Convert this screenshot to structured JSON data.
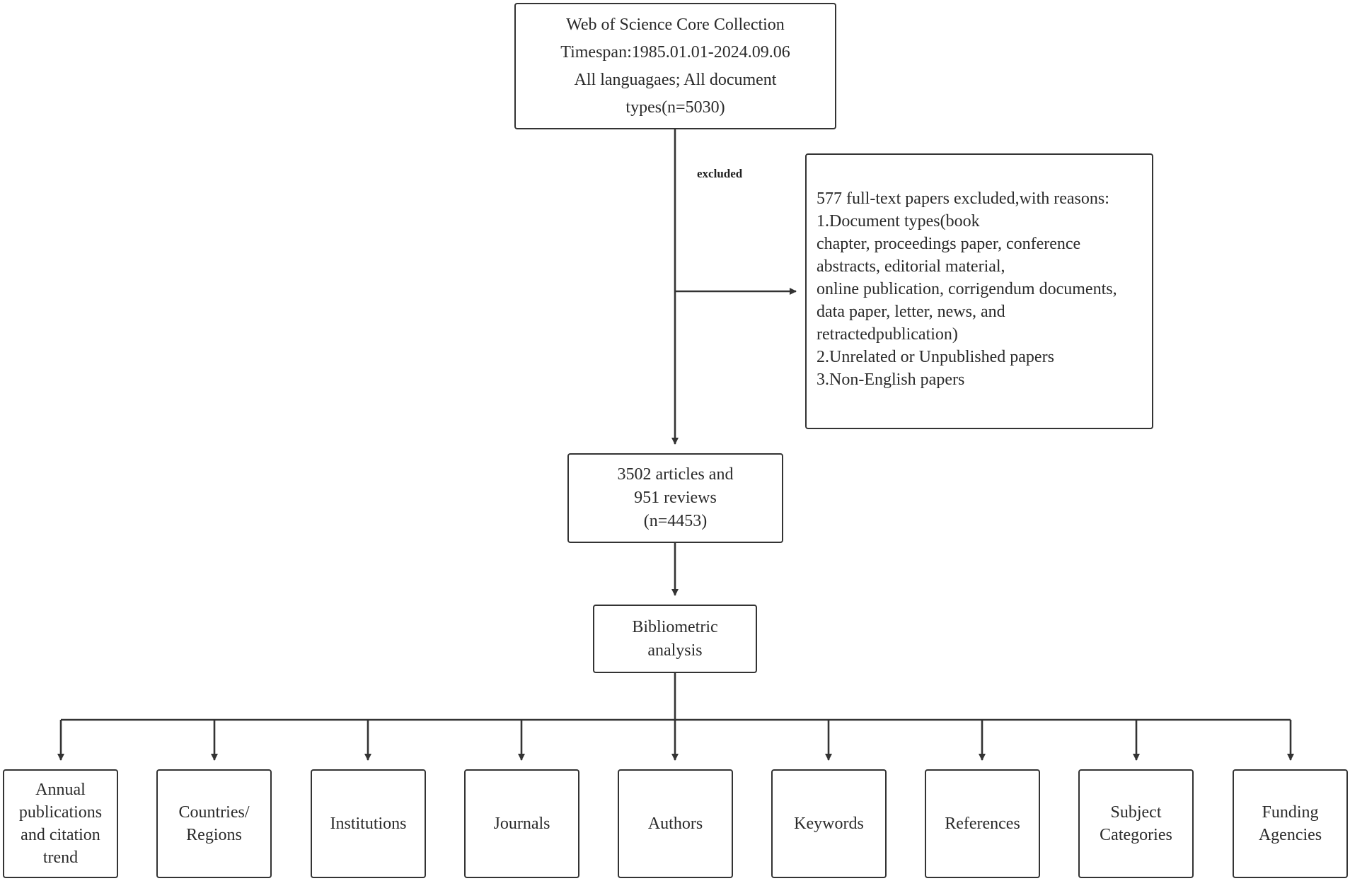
{
  "source_box": {
    "lines": [
      "Web of Science Core Collection",
      "Timespan:1985.01.01-2024.09.06",
      "All languagaes; All document",
      "types(n=5030)"
    ]
  },
  "excluded_label": "excluded",
  "exclusion_box": {
    "lines": [
      "577 full-text papers excluded,with reasons:",
      "1.Document types(book",
      "chapter, proceedings paper, conference",
      "abstracts, editorial material,",
      "online publication, corrigendum documents,",
      "data paper, letter, news, and",
      "retractedpublication)",
      "2.Unrelated or Unpublished papers",
      "3.Non-English papers"
    ]
  },
  "included_box": {
    "lines": [
      "3502 articles and",
      "951 reviews",
      "(n=4453)"
    ]
  },
  "analysis_box": {
    "lines": [
      "Bibliometric",
      "analysis"
    ]
  },
  "analysis_categories": [
    {
      "id": "annual",
      "lines": [
        "Annual",
        "publications",
        "and citation",
        "trend"
      ]
    },
    {
      "id": "countries",
      "lines": [
        "Countries/",
        "Regions"
      ]
    },
    {
      "id": "institutions",
      "lines": [
        "Institutions"
      ]
    },
    {
      "id": "journals",
      "lines": [
        "Journals"
      ]
    },
    {
      "id": "authors",
      "lines": [
        "Authors"
      ]
    },
    {
      "id": "keywords",
      "lines": [
        "Keywords"
      ]
    },
    {
      "id": "references",
      "lines": [
        "References"
      ]
    },
    {
      "id": "subject",
      "lines": [
        "Subject",
        "Categories"
      ]
    },
    {
      "id": "funding",
      "lines": [
        "Funding",
        "Agencies"
      ]
    }
  ],
  "colors": {
    "stroke": "#333333",
    "text": "#2a2a2a",
    "background": "#ffffff"
  }
}
